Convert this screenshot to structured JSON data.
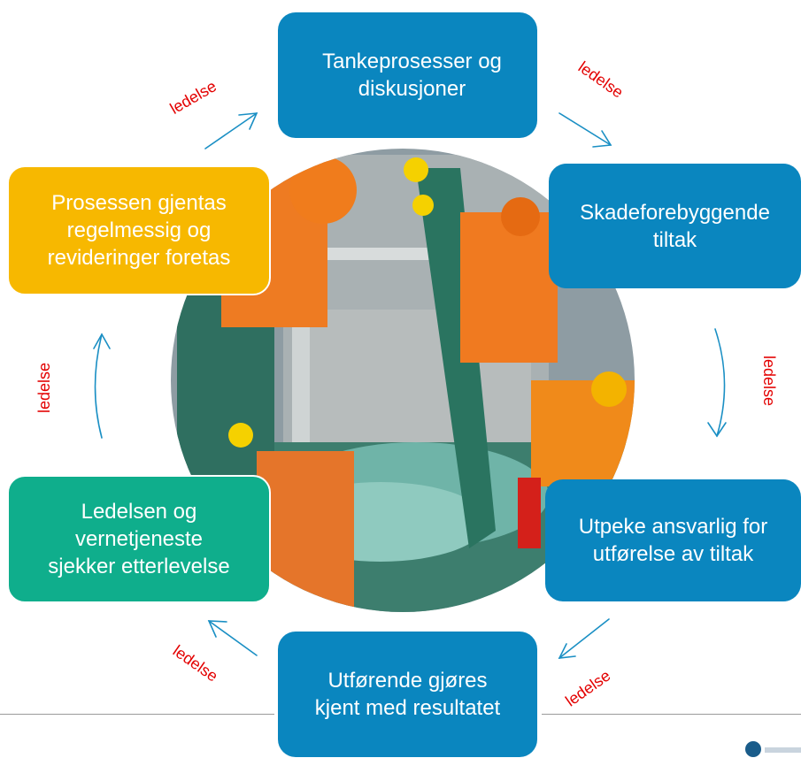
{
  "steps": {
    "top": "Tankeprosesser og\n diskusjoner",
    "right_top": "Skadeforebyggende\ntiltak",
    "right_bottom": "Utpeke ansvarlig for\nutførelse av tiltak",
    "bottom": "Utførende gjøres\nkjent med resultatet",
    "left_bottom": "Ledelsen og\nvernetjeneste\nsjekker etterlevelse",
    "left_top": "Prosessen gjentas\nregelmessig og\nrevideringer foretas"
  },
  "arrow_labels": {
    "top_left": "ledelse",
    "top_right": "ledelse",
    "right": "ledelse",
    "bottom_right": "ledelse",
    "bottom_left": "ledelse",
    "left": "ledelse"
  },
  "colors": {
    "blue": "#0a86bf",
    "yellow": "#f7b800",
    "teal": "#0fae8c",
    "label_red": "#e30000",
    "arrow_blue": "#1a8fc4"
  }
}
